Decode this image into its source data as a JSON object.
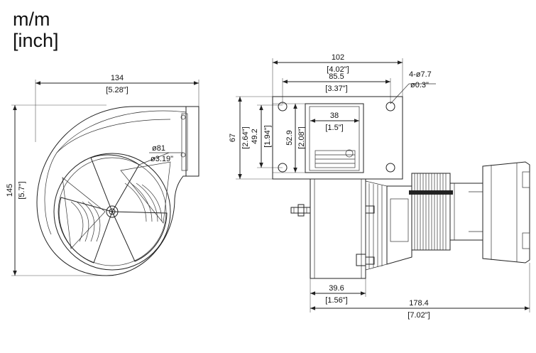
{
  "units": {
    "metric": "m/m",
    "imperial": "[inch]"
  },
  "dimensions": {
    "side_width": "134",
    "side_width_in": "[5.28\"]",
    "side_height": "145",
    "side_height_in": "[5.7\"]",
    "diameter": "ø81",
    "diameter_in": "ø3.19\"",
    "front_width": "102",
    "front_width_in": "[4.02\"]",
    "hole_span": "85.5",
    "hole_span_in": "[3.37\"]",
    "holes": "4-ø7.7",
    "holes_in": "ø0.3\"",
    "flange_height": "67",
    "flange_height_in": "[2.64\"]",
    "hole_v_span": "49.2",
    "hole_v_span_in": "[1.94\"]",
    "outlet_height": "52.9",
    "outlet_height_in": "[2.08\"]",
    "outlet_width": "38",
    "outlet_width_in": "[1.5\"]",
    "housing_depth": "39.6",
    "housing_depth_in": "[1.56\"]",
    "total_length": "178.4",
    "total_length_in": "[7.02\"]"
  }
}
